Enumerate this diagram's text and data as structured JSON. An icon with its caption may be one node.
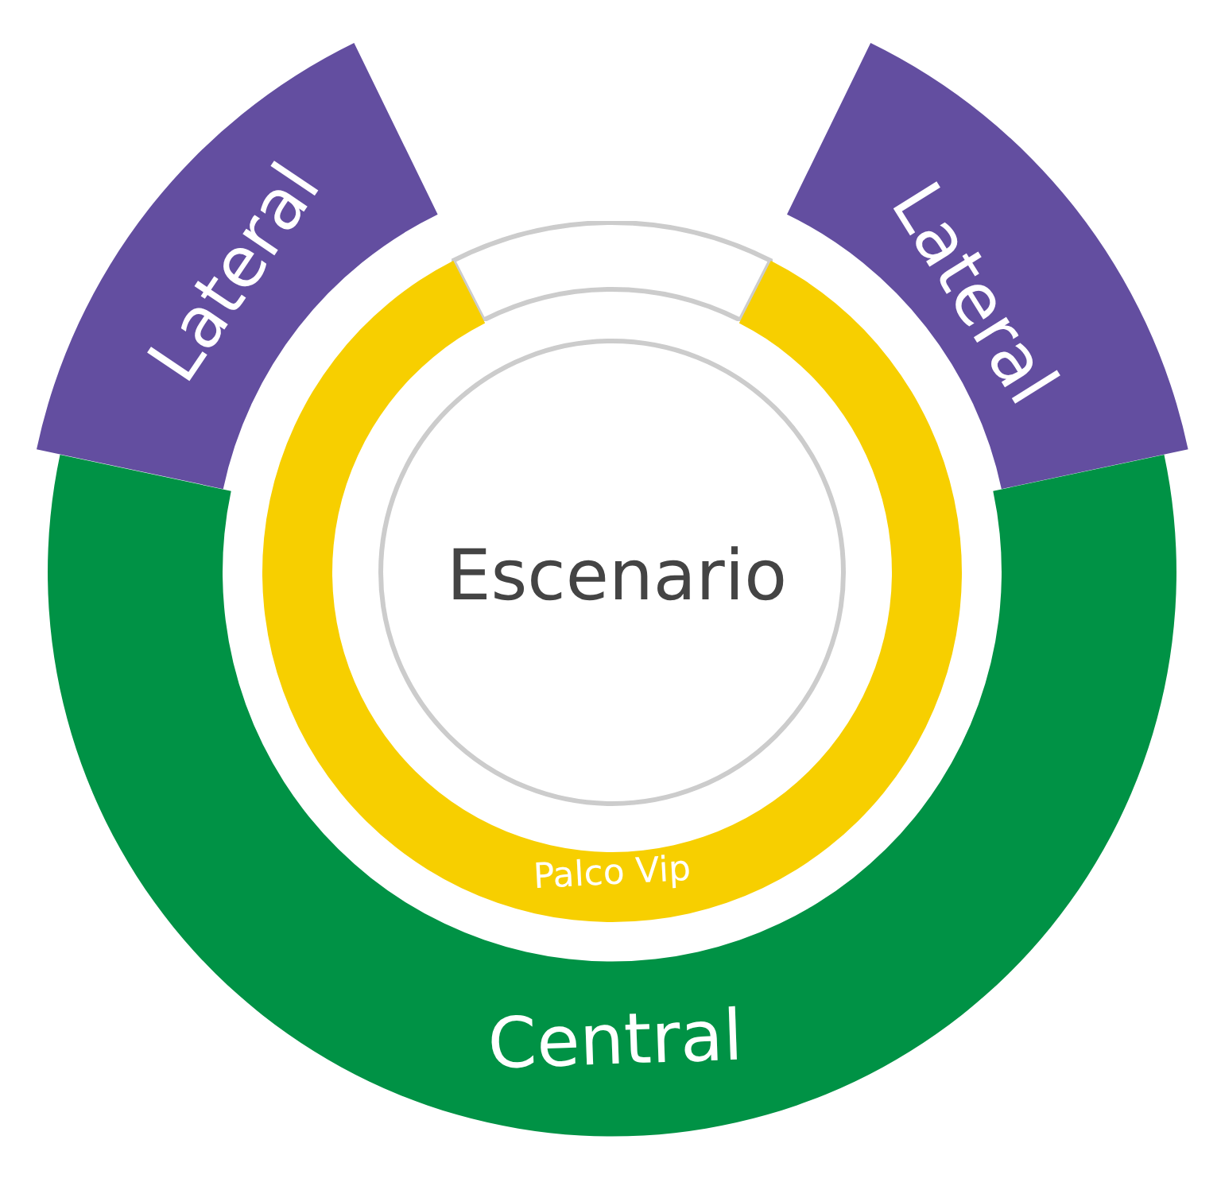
{
  "diagram": {
    "nodes": [
      {
        "text": [
          "Lateral"
        ]
      },
      {
        "text": [
          "Lateral"
        ]
      },
      {
        "text": [],
        "shape": "bar"
      },
      {
        "text": [
          "Escenario"
        ]
      },
      {
        "text": [
          "Palco Vip"
        ]
      },
      {
        "text": [
          "Central"
        ]
      }
    ]
  }
}
